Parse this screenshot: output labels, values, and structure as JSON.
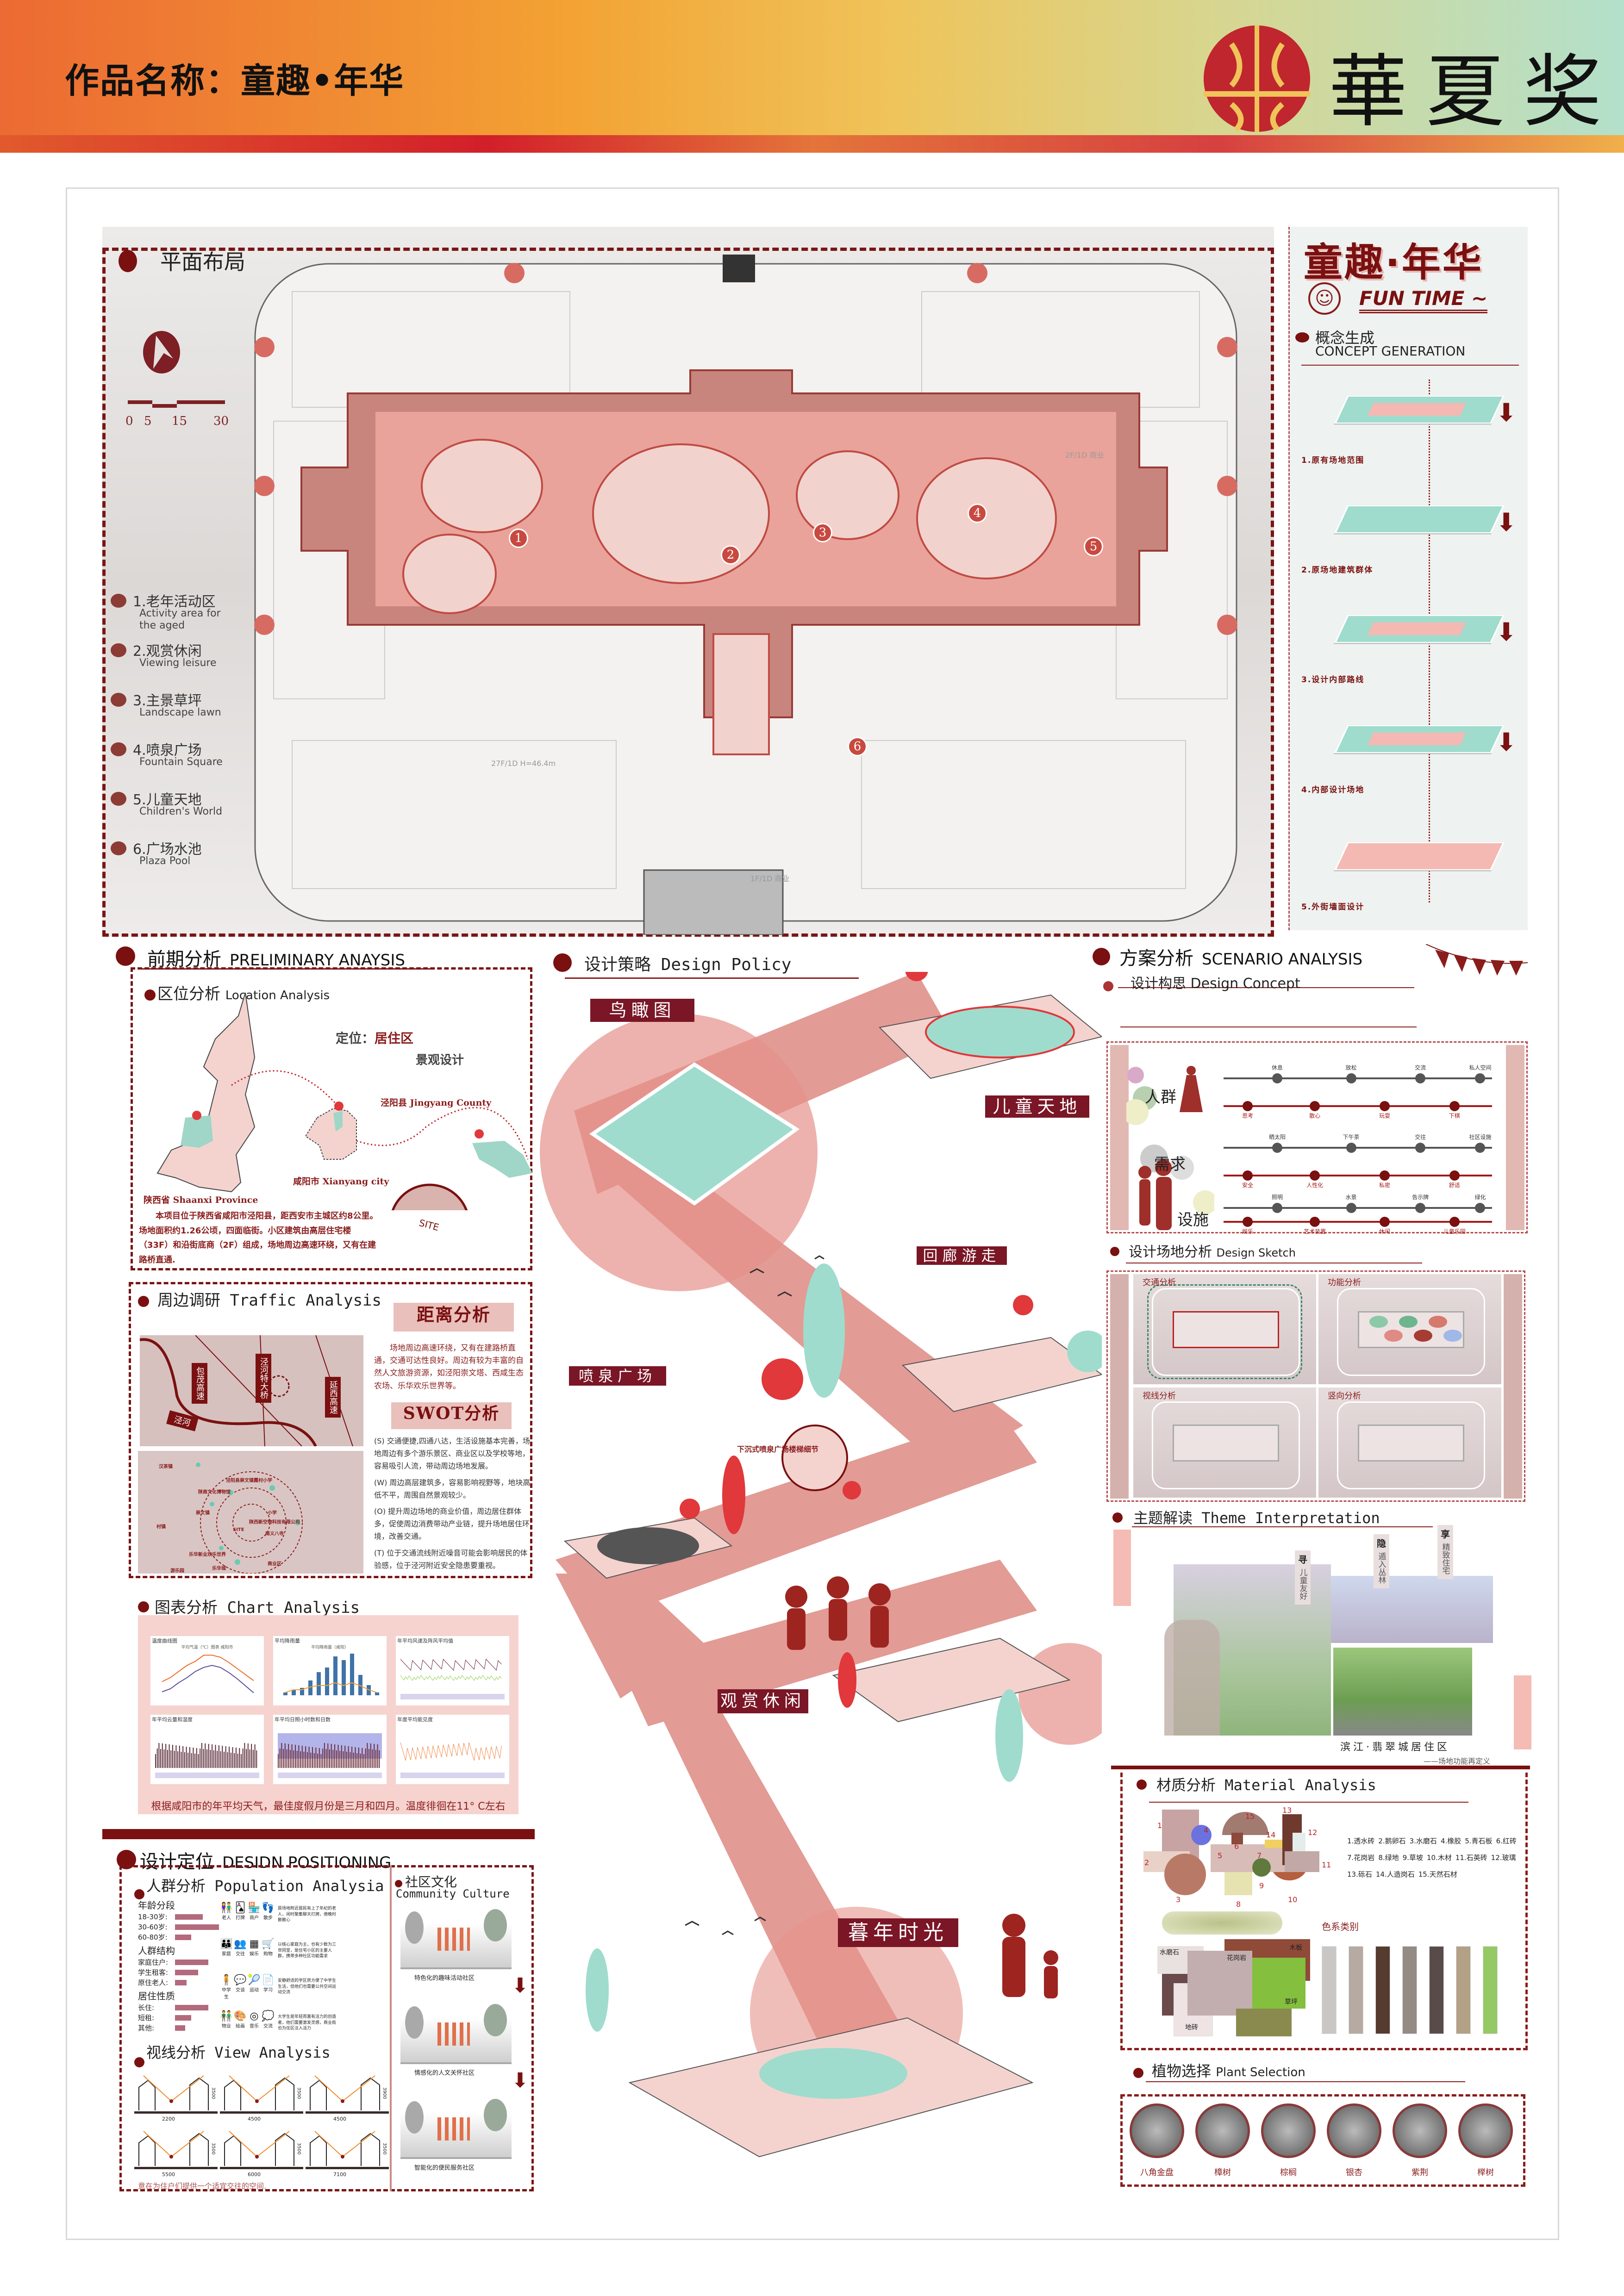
{
  "header": {
    "title": "作品名称：童趣•年华",
    "award_logo_text": "華夏奖",
    "award_cn": "華夏奖"
  },
  "plan": {
    "title": "平面布局",
    "scale_labels": [
      "0",
      "5",
      "15",
      "30"
    ],
    "markers": [
      "1",
      "2",
      "3",
      "4",
      "5",
      "6"
    ],
    "building_labels": [
      "2F/1D 商业",
      "1F/1D 商业",
      "27F/1D H=46.4m"
    ],
    "legend": [
      {
        "cn": "1.老年活动区",
        "en": "Activity area for the aged"
      },
      {
        "cn": "2.观赏休闲",
        "en": "Viewing leisure"
      },
      {
        "cn": "3.主景草坪",
        "en": "Landscape lawn"
      },
      {
        "cn": "4.喷泉广场",
        "en": "Fountain Square"
      },
      {
        "cn": "5.儿童天地",
        "en": "Children's World"
      },
      {
        "cn": "6.广场水池",
        "en": "Plaza Pool"
      }
    ]
  },
  "concept": {
    "logo_cn": "童趣·年华",
    "logo_en": "FUN TIME ~",
    "title_cn": "概念生成",
    "title_en": "CONCEPT GENERATION",
    "steps": [
      "1.原有场地范围",
      "2.原场地建筑群体",
      "3.设计内部路线",
      "4.内部设计场地",
      "5.外街墙面设计"
    ]
  },
  "preliminary": {
    "title_cn": "前期分析",
    "title_en": "PRELIMINARY ANAYSIS",
    "location": {
      "title_cn": "区位分析",
      "title_en": "Location Analysis",
      "position_label": "定位：",
      "position_value": "居住区",
      "position_sub": "景观设计",
      "county": "泾阳县 Jingyang County",
      "city": "咸阳市 Xianyang city",
      "province": "陕西省 Shaanxi Province",
      "site": "SITE",
      "desc": "本项目位于陕西省咸阳市泾阳县，距西安市主城区约8公里。场地面积约1.26公顷，四面临街。小区建筑由高层住宅楼（33F）和沿街底商（2F）组成，场地周边高速环绕，又有在建路桥直通."
    },
    "traffic": {
      "title_cn": "周边调研",
      "title_en": "Traffic Analysis",
      "roads": [
        "包茂高速",
        "泾河特大桥",
        "延西高速",
        "泾河"
      ],
      "poi": [
        "汉茶镇",
        "泾阳县崇文镇霞村小学",
        "陕商文化博物馆",
        "崇文镇",
        "村镇",
        "小学",
        "陕西新空物科技有限公司",
        "南义八寺",
        "乐华新业欢乐世界",
        "乐华城",
        "游乐园",
        "商业区",
        "SITE"
      ],
      "distance_title": "距离分析",
      "distance_text": "场地周边高速环绕，又有在建路桥直通，交通可达性良好。周边有较为丰富的自然人文旅游资源，如泾阳崇文塔、西咸生态农场、乐华欢乐世界等。",
      "swot_title": "SWOT分析",
      "swot": [
        "(S) 交通便捷,四通八达，生活设施基本完善，场地周边有多个游乐景区、商业区以及学校等地，容易吸引人流，带动周边场地发展。",
        "(W) 周边高层建筑多，容易影响视野等，地块高低不平，周围自然景观较少。",
        "(O) 提升周边场地的商业价值，周边居住群体多，促使周边消费带动产业链，提升场地居住环境，改善交通。",
        "(T) 位于交通流线附近噪音可能会影响居民的体验感，位于泾河附近安全隐患要重视。"
      ]
    },
    "charts": {
      "title_cn": "图表分析",
      "title_en": "Chart Analysis",
      "items": [
        "温度曲线图",
        "平均降雨量",
        "年平均风速及阵风平均值",
        "年平均云量和湿度",
        "年平均日照小时数和日数",
        "年度平均能见度"
      ],
      "caption": "根据咸阳市的年平均天气，最佳度假月份是三月和四月。温度徘徊在11° C左右"
    }
  },
  "chart_data": [
    {
      "type": "line",
      "title": "温度曲线图",
      "subtitle": "平均气温（℃）图表 咸阳市",
      "series": [
        {
          "name": "平均高温（℃）",
          "values": [
            7,
            11,
            17,
            23,
            27,
            33,
            33,
            31,
            26,
            20,
            14,
            8
          ]
        },
        {
          "name": "平均低温（℃）",
          "values": [
            -3,
            0,
            6,
            11,
            17,
            21,
            23,
            21,
            16,
            10,
            3,
            -4
          ]
        }
      ]
    },
    {
      "type": "bar",
      "title": "平均降雨量",
      "subtitle": "平均降雨量（咸阳）",
      "series": [
        {
          "name": "降水量(mm)",
          "values": [
            3,
            6,
            8,
            16,
            25,
            30,
            42,
            38,
            45,
            22,
            11,
            3
          ]
        },
        {
          "name": "平均降雨天数",
          "values": [
            2,
            4,
            4,
            6,
            7,
            7,
            9,
            7,
            9,
            7,
            4,
            2
          ]
        }
      ]
    }
  ],
  "positioning": {
    "title_cn": "设计定位",
    "title_en": "DESIDN POSITIONING",
    "population": {
      "title_cn": "人群分析",
      "title_en": "Population Analysia",
      "groups": [
        {
          "title": "年龄分段",
          "rows": [
            {
              "label": "18-30岁:",
              "value": 0.6
            },
            {
              "label": "30-60岁:",
              "value": 0.95
            },
            {
              "label": "60-80岁:",
              "value": 0.35
            }
          ]
        },
        {
          "title": "人群结构",
          "rows": [
            {
              "label": "家庭住户:",
              "value": 0.72
            },
            {
              "label": "学生租客:",
              "value": 0.5
            },
            {
              "label": "原住老人:",
              "value": 0.25
            }
          ]
        },
        {
          "title": "居住性质",
          "rows": [
            {
              "label": "长住:",
              "value": 0.72
            },
            {
              "label": "短租:",
              "value": 0.35
            },
            {
              "label": "其他:",
              "value": 0.22
            }
          ]
        }
      ],
      "icon_rows": [
        {
          "icons": [
            "老人",
            "打牌",
            "商户",
            "散步"
          ],
          "text": "原场地附近居民有上了年纪的老人，闲时聚集聊天打牌，傍晚时散散心"
        },
        {
          "icons": [
            "家庭",
            "交往",
            "娱乐",
            "购物"
          ],
          "text": "以核心家庭为主，也有少数为三世同堂，是住宅小区的主要人群，携带多种社区功能需求"
        },
        {
          "icons": [
            "中学生",
            "交谈",
            "运动",
            "学习"
          ],
          "text": "安静舒适的学区房方便了中学生生活，但他们也需要公共空间运动交流"
        },
        {
          "icons": [
            "物业",
            "绘画",
            "音乐",
            "交流"
          ],
          "text": "大学生是年轻而富有活力的创造者，他们需要激发灵感，商业街也为住区注入活力"
        }
      ]
    },
    "view": {
      "title_cn": "视线分析",
      "title_en": "View Analysis",
      "heights": [
        "3500",
        "3500",
        "3900",
        "3500",
        "3500",
        "3500"
      ],
      "widths": [
        "2200",
        "4500",
        "4500",
        "5500",
        "6000",
        "7100"
      ],
      "caption": "意在为住户们提供一个适宜交往的空间."
    },
    "community": {
      "title_cn": "社区文化",
      "title_en": "Community Culture",
      "scenes": [
        "特色化的趣味活动社区",
        "情感化的人文关怀社区",
        "智能化的便民服务社区"
      ]
    }
  },
  "policy": {
    "title_cn": "设计策略",
    "title_en": "Design Policy",
    "labels": {
      "aerial": "鸟瞰图",
      "children": "儿童天地",
      "corridor": "回廊游走",
      "fountain": "喷泉广场",
      "viewing": "观赏休闲",
      "twilight": "暮年时光"
    },
    "stair_detail": "下沉式喷泉广场楼梯细节"
  },
  "scenario": {
    "title_cn": "方案分析",
    "title_en": "SCENARIO ANALYSIS",
    "concept": {
      "title_cn": "设计构思",
      "title_en": "Design Concept",
      "categories": [
        "人群",
        "需求",
        "设施"
      ],
      "lines": [
        {
          "color": "gray",
          "labels": [
            "休息",
            "放松",
            "交流",
            "私人空间"
          ]
        },
        {
          "color": "red",
          "labels": [
            "思考",
            "散心",
            "玩耍",
            "下棋"
          ]
        },
        {
          "color": "gray",
          "labels": [
            "晒太阳",
            "下午茶",
            "交往",
            "社区设施"
          ]
        },
        {
          "color": "red",
          "labels": [
            "安全",
            "人性化",
            "私密",
            "舒适"
          ]
        },
        {
          "color": "gray",
          "labels": [
            "照明",
            "水景",
            "告示牌",
            "绿化"
          ]
        },
        {
          "color": "red",
          "labels": [
            "娱乐",
            "艺术装置",
            "休闲",
            "儿童乐园"
          ]
        }
      ]
    },
    "sketch": {
      "title_cn": "设计场地分析",
      "title_en": "Design Sketch",
      "maps": [
        "交通分析",
        "功能分析",
        "视线分析",
        "竖向分析"
      ]
    },
    "theme": {
      "title_cn": "主题解读",
      "title_en": "Theme Interpretation",
      "tags": [
        {
          "head": "寻",
          "body": "儿童友好"
        },
        {
          "head": "隐",
          "body": "遁入丛林"
        },
        {
          "head": "享",
          "body": "精致住宅"
        }
      ],
      "caption": "滨江·翡翠城居住区",
      "subcaption": "——场地功能再定义"
    },
    "material": {
      "title_cn": "材质分析",
      "title_en": "Material Analysis",
      "legend": [
        "1.透水砖",
        "2.鹅卵石",
        "3.水磨石",
        "4.橡胶",
        "5.青石板",
        "6.红砖",
        "7.花岗岩",
        "8.绿地",
        "9.草坡",
        "10.木材",
        "11.石英砖",
        "12.玻璃",
        "13.砾石",
        "14.人造岗石",
        "15.天然石材"
      ],
      "swatch_labels": [
        "水磨石",
        "花岗岩",
        "木板",
        "草坪",
        "地砖"
      ],
      "palette_title": "色系类别",
      "palette": [
        "#c9c7c6",
        "#b6aaa2",
        "#553b30",
        "#938b84",
        "#5a4b4b",
        "#b3a187",
        "#94c965"
      ]
    },
    "plants": {
      "title_cn": "植物选择",
      "title_en": "Plant Selection",
      "items": [
        "八角金盘",
        "樟树",
        "棕榈",
        "银杏",
        "紫荆",
        "榉树"
      ]
    }
  },
  "colors": {
    "brand": "#7a1010",
    "accent": "#e0584c",
    "teal": "#9fdccd",
    "pink": "#f3c9c3"
  }
}
